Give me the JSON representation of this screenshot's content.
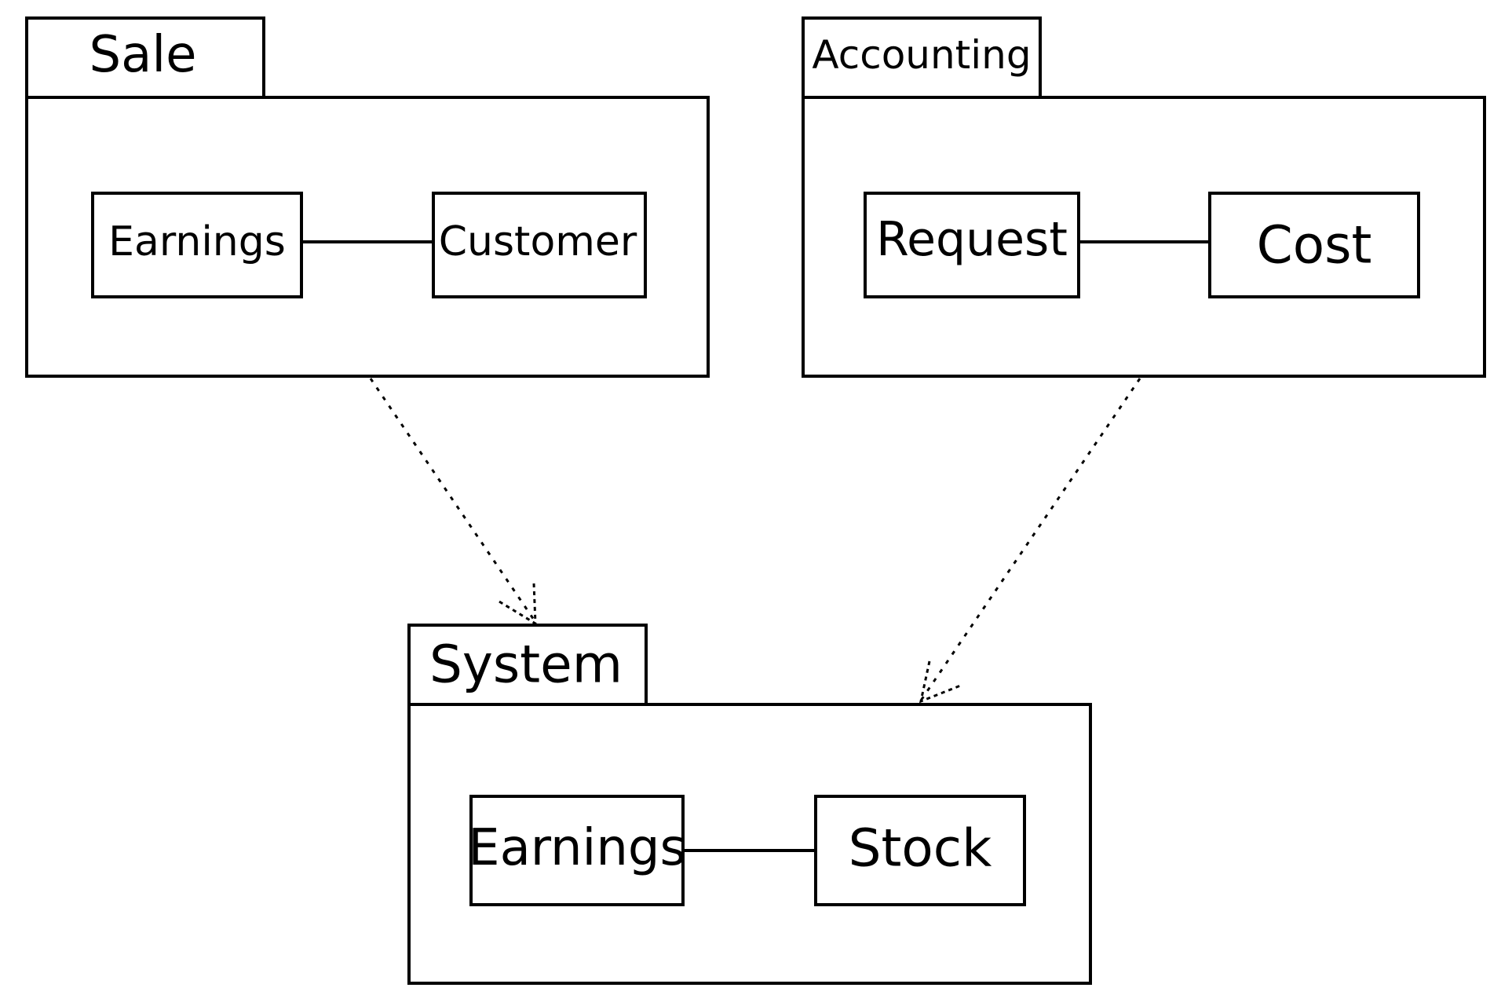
{
  "packages": [
    {
      "id": "sale",
      "name": "Sale",
      "classes": [
        "Earnings",
        "Customer"
      ]
    },
    {
      "id": "accounting",
      "name": "Accounting",
      "classes": [
        "Request",
        "Cost"
      ]
    },
    {
      "id": "system",
      "name": "System",
      "classes": [
        "Earnings",
        "Stock"
      ]
    }
  ],
  "dependencies": [
    {
      "from": "Sale",
      "to": "System"
    },
    {
      "from": "Accounting",
      "to": "System"
    }
  ],
  "colors": {
    "stroke": "#000000",
    "background": "#ffffff"
  }
}
